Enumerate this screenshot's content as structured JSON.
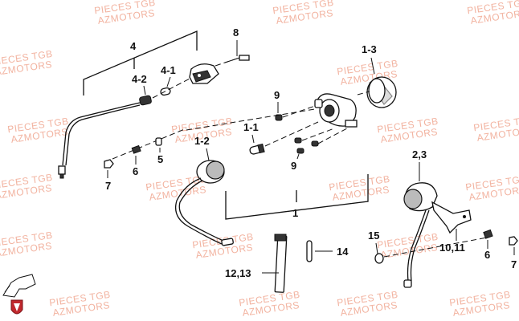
{
  "watermark": {
    "line1": "PIECES TGB",
    "line2": "AZMOTORS"
  },
  "labels": {
    "l4": "4",
    "l8": "8",
    "l4_2": "4-2",
    "l4_1": "4-1",
    "l1_3": "1-3",
    "l9a": "9",
    "l1_1": "1-1",
    "l1_2": "1-2",
    "l6a": "6",
    "l5": "5",
    "l7a": "7",
    "l9b": "9",
    "l1": "1",
    "l2_3": "2,3",
    "l15": "15",
    "l10_11": "10,11",
    "l6b": "6",
    "l7b": "7",
    "l14": "14",
    "l12_13": "12,13"
  },
  "colors": {
    "watermark": "#f2b3a0",
    "line": "#111111",
    "logo": "#c0282d"
  }
}
